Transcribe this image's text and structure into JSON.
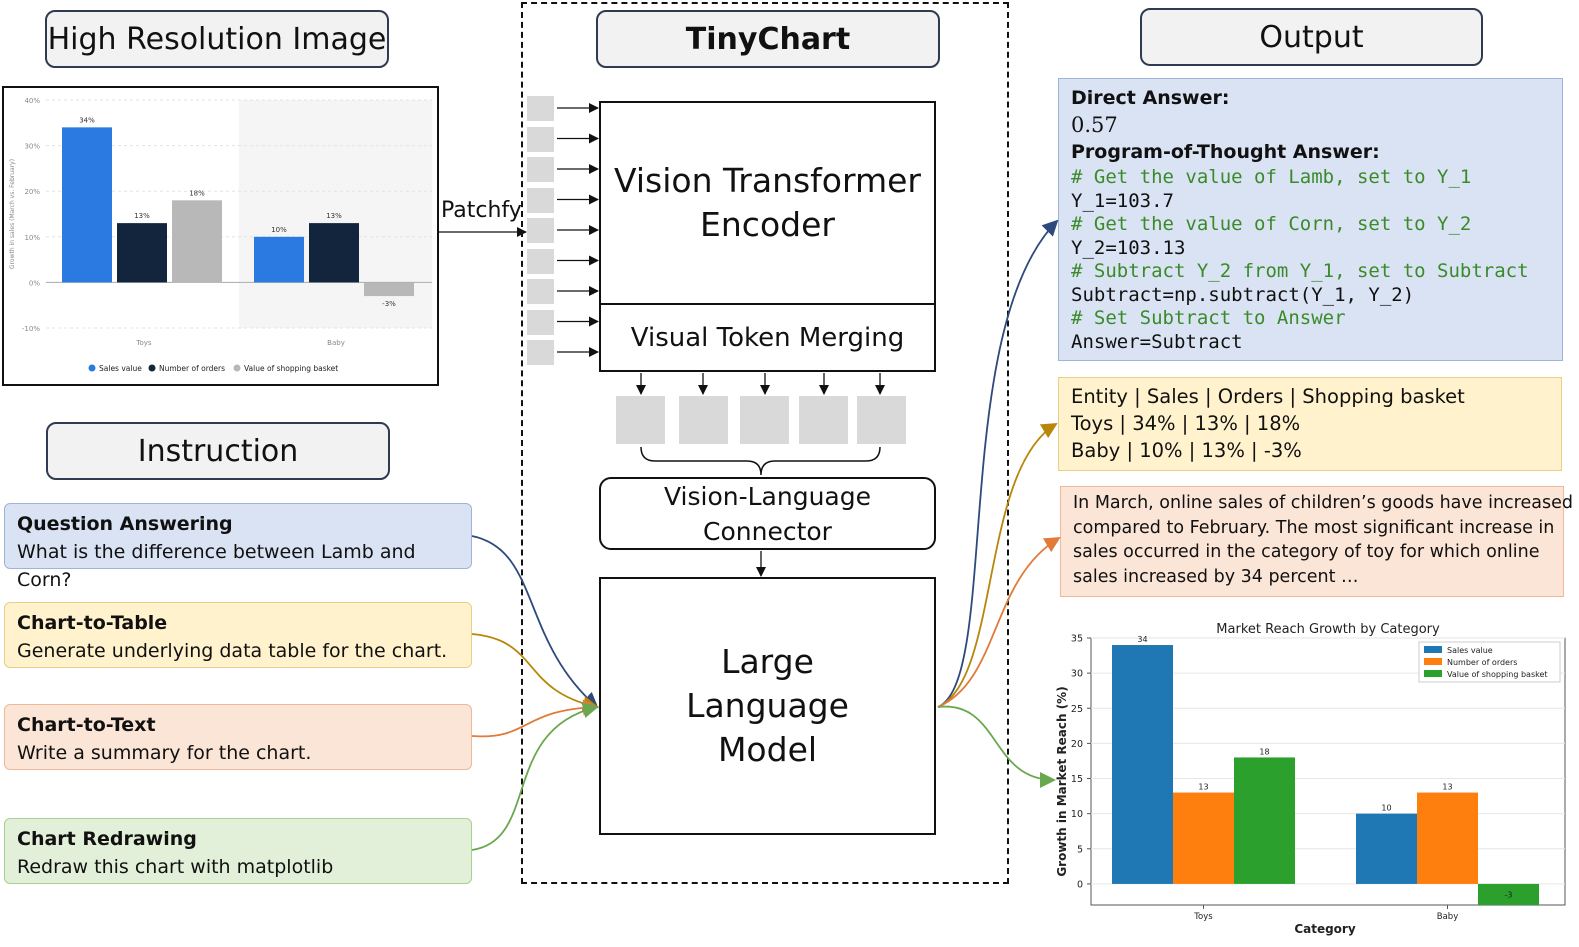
{
  "headers": {
    "input": "High Resolution Image",
    "model": "TinyChart",
    "output": "Output",
    "instruction": "Instruction"
  },
  "patchify_label": "Patchfy",
  "modules": {
    "vit": "Vision Transformer Encoder",
    "merge": "Visual Token Merging",
    "connector": "Vision-Language Connector",
    "llm": "Large Language Model"
  },
  "instructions": [
    {
      "title": "Question Answering",
      "text": "What is the difference between Lamb and Corn?",
      "bg": "#dae3f3",
      "border": "#9fb4d9",
      "arrow": "#2e4a7d"
    },
    {
      "title": "Chart-to-Table",
      "text": "Generate underlying data table for the chart.",
      "bg": "#fff2cc",
      "border": "#e6cf8a",
      "arrow": "#b8860b"
    },
    {
      "title": "Chart-to-Text",
      "text": "Write a summary for the chart.",
      "bg": "#fbe5d6",
      "border": "#f0b898",
      "arrow": "#e07b39"
    },
    {
      "title": "Chart Redrawing",
      "text": "Redraw this chart with matplotlib",
      "bg": "#e2f0d9",
      "border": "#a9d18e",
      "arrow": "#6aa84f"
    }
  ],
  "outputs": {
    "qa": {
      "direct_label": "Direct Answer:",
      "direct_value": "0.57",
      "pot_label": "Program-of-Thought Answer:",
      "lines": [
        {
          "text": "# Get the value of Lamb, set to Y_1",
          "comment": true
        },
        {
          "text": "Y_1=103.7",
          "comment": false
        },
        {
          "text": "# Get the value of Corn, set to Y_2",
          "comment": true
        },
        {
          "text": "Y_2=103.13",
          "comment": false
        },
        {
          "text": "# Subtract Y_2 from Y_1, set to Subtract",
          "comment": true
        },
        {
          "text": "Subtract=np.subtract(Y_1, Y_2)",
          "comment": false
        },
        {
          "text": "# Set Subtract to Answer",
          "comment": true
        },
        {
          "text": "Answer=Subtract",
          "comment": false
        }
      ]
    },
    "table": {
      "rows": [
        "Entity | Sales | Orders | Shopping basket",
        "Toys | 34% | 13% | 18%",
        "Baby | 10% | 13% | -3%"
      ]
    },
    "summary": {
      "lines": [
        "In March, online sales of children’s goods have increased",
        "compared to February. The most significant increase in",
        "sales occurred in the category of toy for which online",
        "sales increased by 34 percent …"
      ]
    }
  },
  "chart_data": [
    {
      "type": "bar",
      "title": "",
      "categories": [
        "Toys",
        "Baby"
      ],
      "ylabel": "Growth in sales (March vs. February)",
      "xlabel": "",
      "ylim": [
        -10,
        40
      ],
      "yticks": [
        "40%",
        "30%",
        "20%",
        "10%",
        "0%",
        "-10%"
      ],
      "series": [
        {
          "name": "Sales value",
          "values": [
            34,
            10
          ],
          "color": "#2a7ae2"
        },
        {
          "name": "Number of orders",
          "values": [
            13,
            13
          ],
          "color": "#13243d"
        },
        {
          "name": "Value of shopping basket",
          "values": [
            18,
            -3
          ],
          "color": "#b8b8b8"
        }
      ],
      "value_labels": [
        [
          "34%",
          "10%"
        ],
        [
          "13%",
          "13%"
        ],
        [
          "18%",
          "-3%"
        ]
      ],
      "legend": "bottom",
      "grid": true
    },
    {
      "type": "bar",
      "title": "Market Reach Growth by Category",
      "categories": [
        "Toys",
        "Baby"
      ],
      "xlabel": "Category",
      "ylabel": "Growth in Market Reach (%)",
      "ylim": [
        -3,
        35
      ],
      "yticks": [
        "35",
        "30",
        "25",
        "20",
        "15",
        "10",
        "5",
        "0"
      ],
      "series": [
        {
          "name": "Sales value",
          "values": [
            34,
            10
          ],
          "color": "#1f77b4"
        },
        {
          "name": "Number of orders",
          "values": [
            13,
            13
          ],
          "color": "#ff7f0e"
        },
        {
          "name": "Value of shopping basket",
          "values": [
            18,
            -3
          ],
          "color": "#2ca02c"
        }
      ],
      "value_labels": [
        [
          "34",
          "10"
        ],
        [
          "13",
          "13"
        ],
        [
          "18",
          "-3"
        ]
      ],
      "legend": "top-right",
      "grid": true
    }
  ]
}
